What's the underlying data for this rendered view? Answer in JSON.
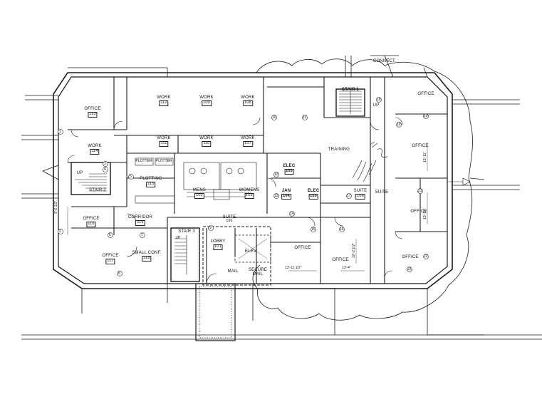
{
  "rooms": [
    {
      "id": "office-113",
      "name": "OFFICE",
      "number": "113"
    },
    {
      "id": "work-112",
      "name": "WORK",
      "number": "112"
    },
    {
      "id": "work-109",
      "name": "WORK",
      "number": "109"
    },
    {
      "id": "work-108",
      "name": "WORK",
      "number": "108"
    },
    {
      "id": "work-114",
      "name": "WORK",
      "number": "114"
    },
    {
      "id": "work-111",
      "name": "WORK",
      "number": "111"
    },
    {
      "id": "work-110",
      "name": "WORK",
      "number": "110"
    },
    {
      "id": "work-107",
      "name": "WORK",
      "number": "107"
    },
    {
      "id": "plotting-115",
      "name": "PLOTTING",
      "number": "115"
    },
    {
      "id": "mens-102",
      "name": "MENS",
      "number": "102"
    },
    {
      "id": "womens-103",
      "name": "WOMENS",
      "number": "103"
    },
    {
      "id": "elec-105",
      "name": "ELEC",
      "number": "105"
    },
    {
      "id": "jan-104",
      "name": "JAN",
      "number": "104"
    },
    {
      "id": "elec-105b",
      "name": "ELEC",
      "number": "105"
    },
    {
      "id": "suite-106",
      "name": "SUITE",
      "number": "106"
    },
    {
      "id": "office-116",
      "name": "OFFICE",
      "number": "116"
    },
    {
      "id": "corridor-119",
      "name": "CORRIDOR",
      "number": "119"
    },
    {
      "id": "suite-100",
      "name": "SUITE",
      "number": "100"
    },
    {
      "id": "lobby-101",
      "name": "LOBBY",
      "number": "101"
    },
    {
      "id": "office-117",
      "name": "OFFICE",
      "number": "117"
    },
    {
      "id": "small-conf-118",
      "name": "SMALL CONF.",
      "number": "118"
    }
  ],
  "labels": {
    "stair1": "STAIR 1",
    "stair2": "STAIR 2",
    "stair3": "STAIR 3",
    "up1": "UP",
    "up2": "UP",
    "up3": "UP",
    "training": "TRAINING",
    "suite_right": "SUITE",
    "elev": "ELEV",
    "mail": "MAIL",
    "secure_mail": "SECURE MAIL",
    "office_tr": "OFFICE",
    "office_r1": "OFFICE",
    "office_r2": "OFFICE",
    "office_r3": "OFFICE",
    "office_c1": "OFFICE",
    "office_c2": "OFFICE",
    "connect": "CONNECT.",
    "plotter1": "PLOTTER",
    "plotter2": "PLOTTER"
  },
  "dimensions": {
    "d1": "9'-6 1/2\"",
    "d2": "13'-11 1/2\"",
    "d3": "13'-4\"",
    "d4": "15'-11\"",
    "d5": "15'-11\"",
    "d6": "10'-2 1/2\""
  },
  "tags": [
    "1",
    "2",
    "3",
    "4",
    "5",
    "6",
    "7",
    "8",
    "9",
    "10",
    "11",
    "12",
    "13",
    "14",
    "15",
    "16",
    "17",
    "18",
    "19",
    "20",
    "21",
    "22",
    "23"
  ]
}
